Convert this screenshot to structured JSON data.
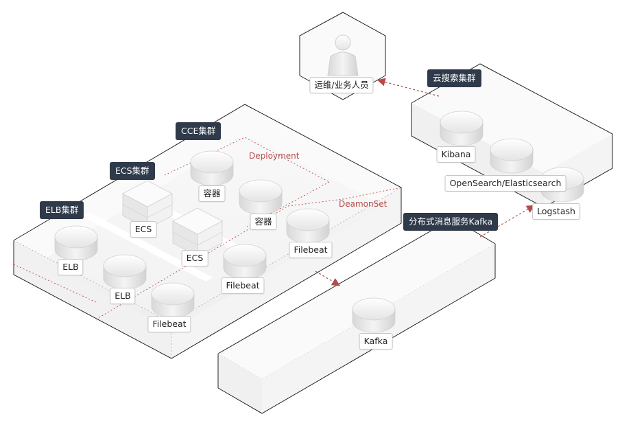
{
  "tags": {
    "cce": "CCE集群",
    "ecs": "ECS集群",
    "elb": "ELB集群",
    "search": "云搜索集群",
    "kafka": "分布式消息服务Kafka"
  },
  "zones": {
    "deployment": "Deployment",
    "daemonset": "DeamonSet"
  },
  "nodes": {
    "ops": "运维/业务人员",
    "kibana": "Kibana",
    "opensearch": "OpenSearch/Elasticsearch",
    "logstash": "Logstash",
    "kafka": "Kafka",
    "container1": "容器",
    "container2": "容器",
    "ecs1": "ECS",
    "ecs2": "ECS",
    "elb1": "ELB",
    "elb2": "ELB",
    "filebeat1": "Filebeat",
    "filebeat2": "Filebeat",
    "filebeat3": "Filebeat"
  },
  "colors": {
    "accent_arrow": "#b44a4a",
    "tag_bg": "#2f3a4a",
    "outline": "#222222"
  }
}
